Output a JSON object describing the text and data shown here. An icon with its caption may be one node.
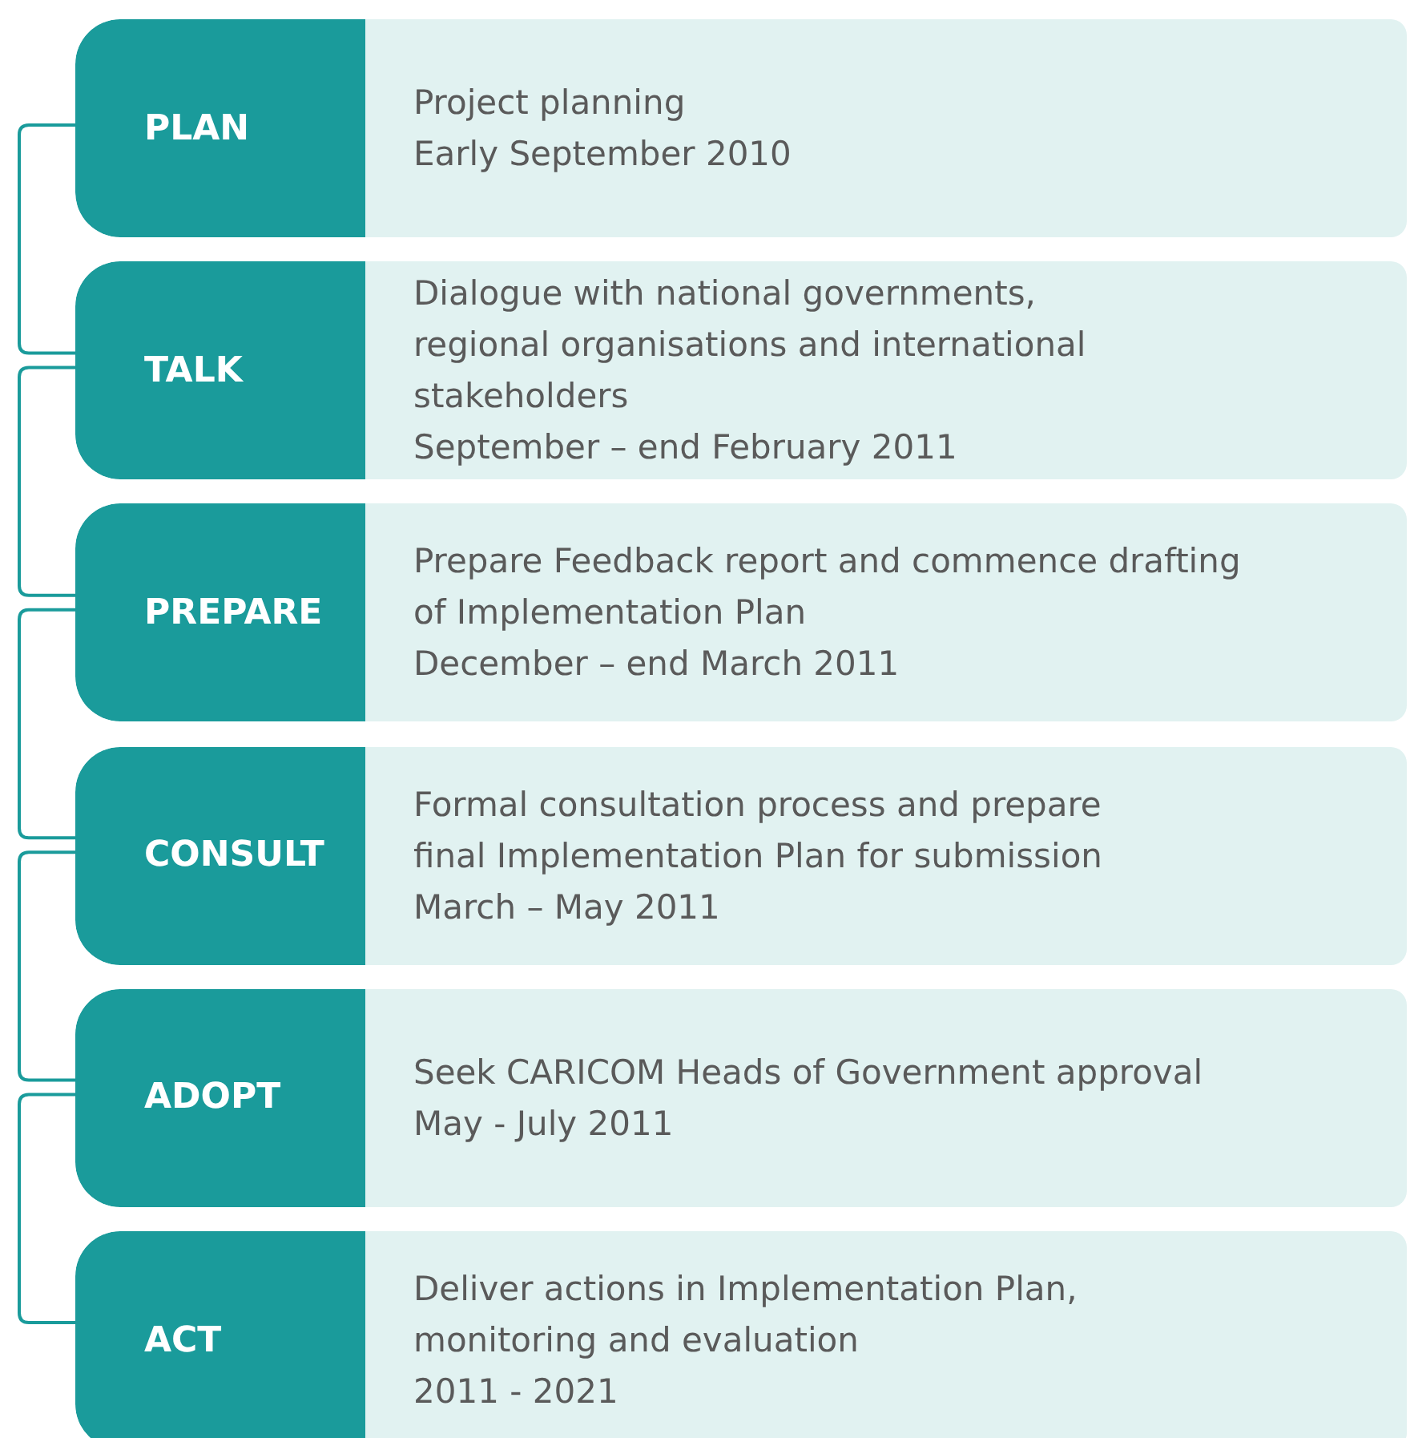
{
  "diagram": {
    "nodes": [
      {
        "text": [
          "PLAN",
          "Project planning",
          "Early September 2010"
        ]
      },
      {
        "text": [
          "TALK",
          "Dialogue with national governments, regional organisations and international stakeholders",
          "September – end February 2011"
        ]
      },
      {
        "text": [
          "PREPARE",
          "Prepare Feedback report and commence drafting of Implementation Plan",
          "December – end March  2011"
        ]
      },
      {
        "text": [
          "CONSULT",
          "Formal consultation process and prepare final Implementation Plan for submission",
          "March – May 2011"
        ]
      },
      {
        "text": [
          "ADOPT",
          "Seek CARICOM Heads of Government approval",
          "May - July 2011"
        ]
      },
      {
        "text": [
          "ACT",
          "Deliver actions in Implementation Plan, monitoring and evaluation",
          "2011 - 2021"
        ]
      }
    ],
    "edges": [
      {
        "from": 0,
        "to": 1,
        "arrow": "none"
      },
      {
        "from": 1,
        "to": 2,
        "arrow": "none"
      },
      {
        "from": 2,
        "to": 3,
        "arrow": "none"
      },
      {
        "from": 3,
        "to": 4,
        "arrow": "none"
      },
      {
        "from": 4,
        "to": 5,
        "arrow": "none"
      }
    ]
  }
}
